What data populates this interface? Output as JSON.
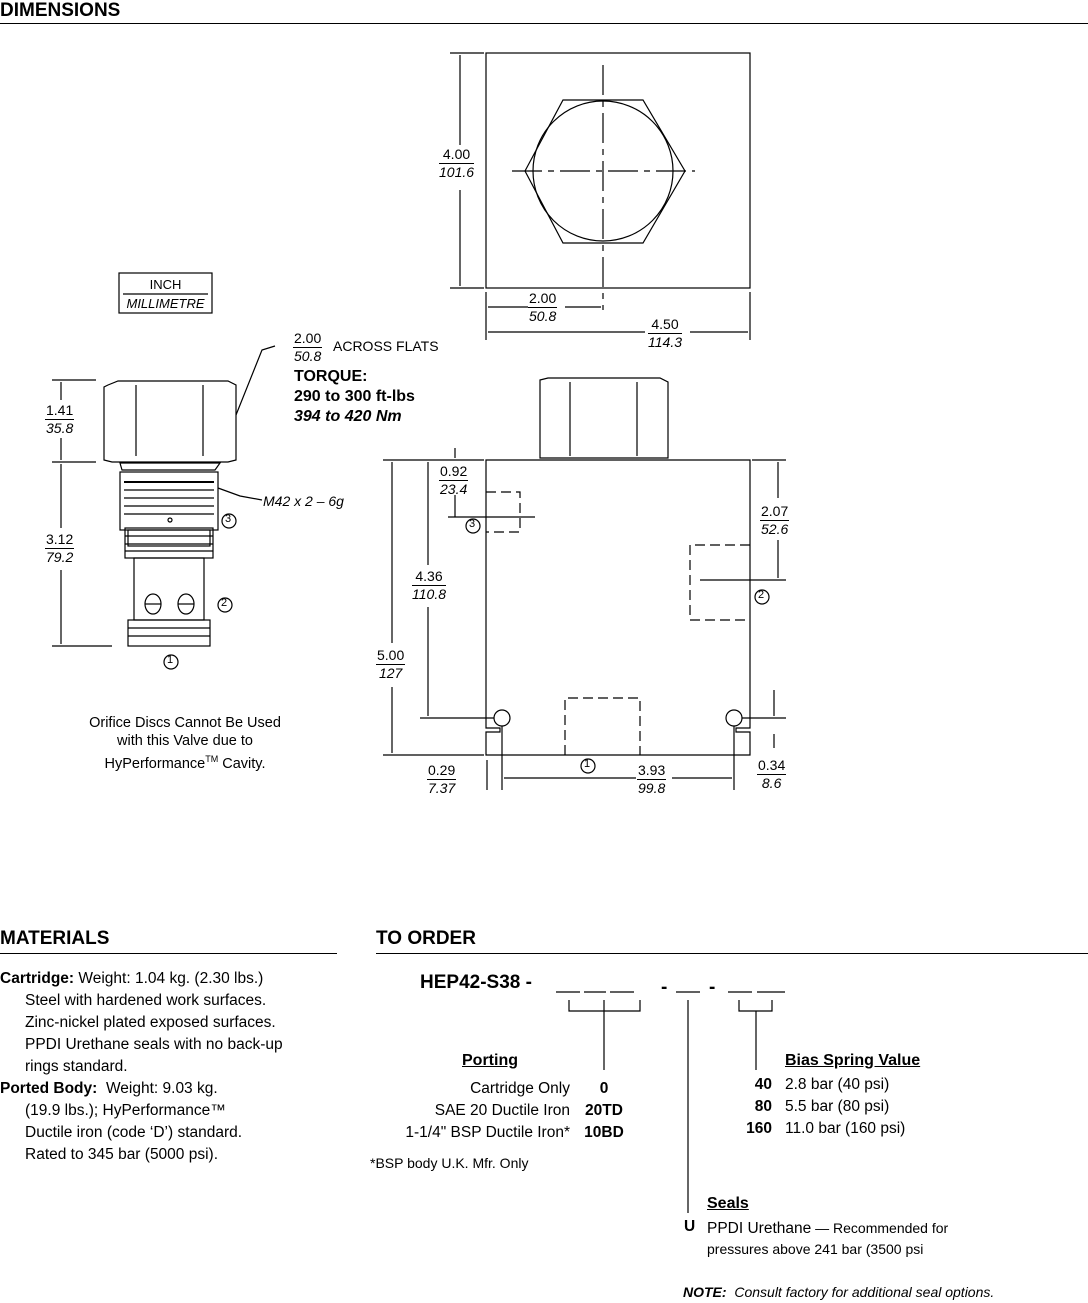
{
  "dimensions": {
    "title": "DIMENSIONS",
    "units_box": {
      "inch": "INCH",
      "mm": "MILLIMETRE"
    },
    "across_flats": {
      "inch": "2.00",
      "mm": "50.8",
      "label": "ACROSS FLATS"
    },
    "torque": {
      "label": "TORQUE:",
      "ftlbs": "290 to 300 ft-lbs",
      "nm": "394 to 420 Nm"
    },
    "thread": "M42 x 2 – 6g",
    "ports": {
      "p1": "1",
      "p2": "2",
      "p3": "3"
    },
    "dims": [
      {
        "inch": "4.00",
        "mm": "101.6"
      },
      {
        "inch": "2.00",
        "mm": "50.8"
      },
      {
        "inch": "4.50",
        "mm": "114.3"
      },
      {
        "inch": "1.41",
        "mm": "35.8"
      },
      {
        "inch": "3.12",
        "mm": "79.2"
      },
      {
        "inch": "0.92",
        "mm": "23.4"
      },
      {
        "inch": "2.07",
        "mm": "52.6"
      },
      {
        "inch": "4.36",
        "mm": "110.8"
      },
      {
        "inch": "5.00",
        "mm": "127"
      },
      {
        "inch": "0.29",
        "mm": "7.37"
      },
      {
        "inch": "3.93",
        "mm": "99.8"
      },
      {
        "inch": "0.34",
        "mm": "8.6"
      }
    ],
    "orifice_note": [
      "Orifice Discs Cannot Be Used",
      "with this Valve due to",
      "HyPerformance",
      "TM",
      " Cavity."
    ]
  },
  "materials": {
    "title": "MATERIALS",
    "cartridge_label": "Cartridge:",
    "cartridge_lines": [
      "Weight: 1.04 kg. (2.30 lbs.)",
      "Steel with hardened work surfaces.",
      "Zinc-nickel plated exposed surfaces.",
      "PPDI Urethane seals with no back-up",
      "rings standard."
    ],
    "body_label": "Ported Body:",
    "body_lines": [
      "Weight: 9.03 kg.",
      "(19.9 lbs.); HyPerformance™",
      "Ductile iron (code ‘D’) standard.",
      "Rated to 345 bar (5000 psi)."
    ]
  },
  "order": {
    "title": "TO ORDER",
    "model": "HEP42-S38 -",
    "porting": {
      "title": "Porting",
      "rows": [
        {
          "label": "Cartridge Only",
          "code": "0"
        },
        {
          "label": "SAE 20 Ductile Iron",
          "code": "20TD"
        },
        {
          "label": "1-1/4\" BSP Ductile Iron*",
          "code": "10BD"
        }
      ],
      "footnote": "*BSP body U.K. Mfr. Only"
    },
    "bias": {
      "title": "Bias Spring Value",
      "rows": [
        {
          "code": "40",
          "label": "2.8 bar (40 psi)"
        },
        {
          "code": "80",
          "label": "5.5 bar (80 psi)"
        },
        {
          "code": "160",
          "label": "11.0 bar (160 psi)"
        }
      ]
    },
    "seals": {
      "title": "Seals",
      "code": "U",
      "label": "PPDI Urethane",
      "note1": " — Recommended for",
      "note2": "pressures above 241 bar (3500 psi"
    },
    "note": {
      "label": "NOTE:",
      "text": "Consult factory for additional seal options."
    }
  }
}
